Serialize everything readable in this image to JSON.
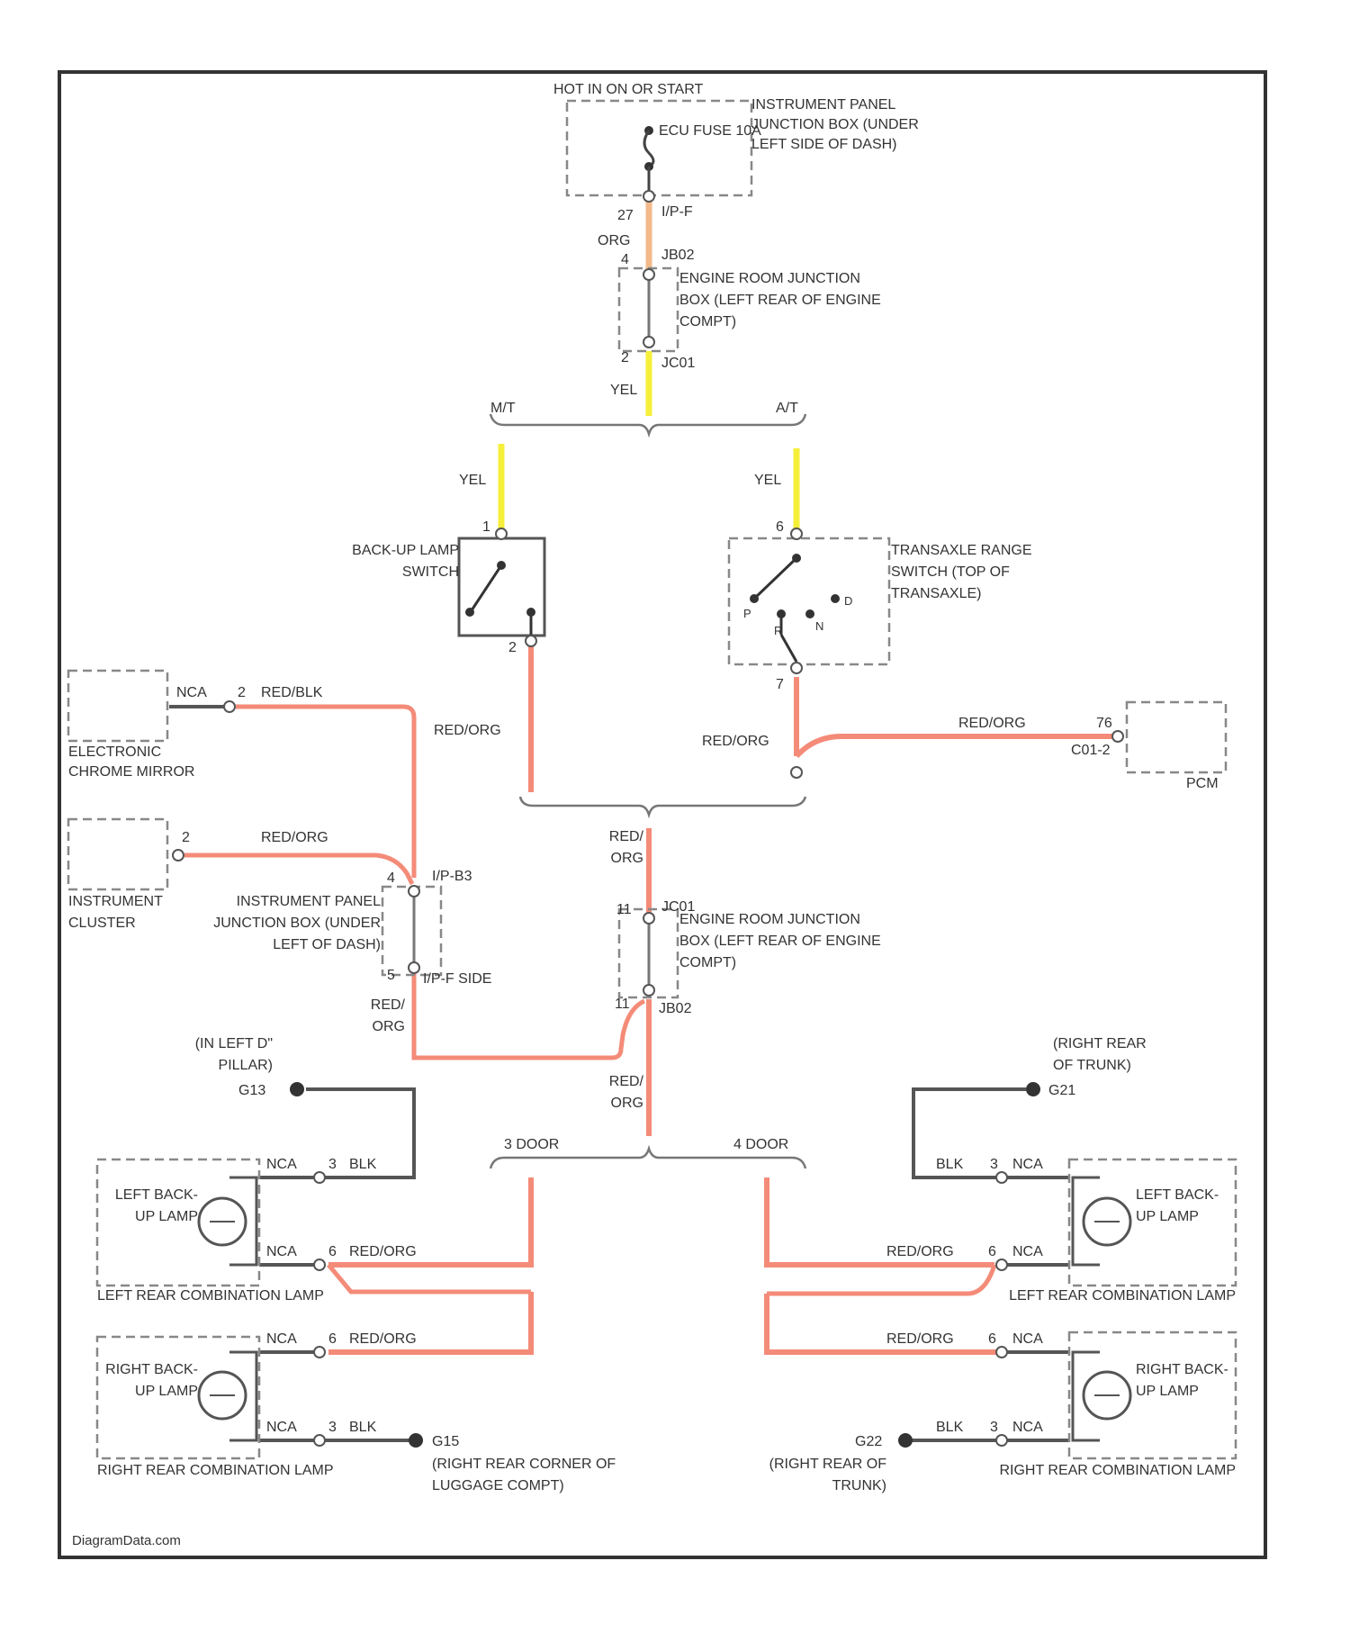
{
  "colors": {
    "border": "#333333",
    "wire_red_orange": "#f48b78",
    "wire_yellow": "#f5ef3a",
    "wire_orange": "#f3b98a",
    "wire_black": "#555555",
    "text": "#333333"
  },
  "power": {
    "label": "HOT IN ON OR START",
    "fuse_label": "ECU FUSE 10A",
    "junction_label": "INSTRUMENT PANEL JUNCTION BOX (UNDER LEFT SIDE OF DASH)",
    "pin1": "27",
    "conn1": "I/P-F",
    "wire1_color": "ORG",
    "pin2": "4",
    "conn2": "JB02"
  },
  "engine_junction_top": {
    "label": "ENGINE ROOM JUNCTION BOX (LEFT REAR OF ENGINE COMPT)",
    "pin": "2",
    "conn": "JC01",
    "wire_color": "YEL"
  },
  "transmission_split": {
    "left": "M/T",
    "right": "A/T"
  },
  "mt_branch": {
    "wire_color": "YEL",
    "pin_in": "1",
    "switch_label": "BACK-UP LAMP SWITCH",
    "pin_out": "2",
    "out_wire": "RED/ORG"
  },
  "at_branch": {
    "wire_color": "YEL",
    "pin_in": "6",
    "switch_label": "TRANSAXLE RANGE SWITCH (TOP OF TRANSAXLE)",
    "positions": [
      "P",
      "R",
      "N",
      "D"
    ],
    "pin_out": "7",
    "out_wire": "RED/ORG",
    "pcm_wire": "RED/ORG",
    "pcm_pin": "76",
    "pcm_conn": "C01-2",
    "pcm_label": "PCM"
  },
  "ecm_mirror": {
    "label": "ELECTRONIC CHROME MIRROR",
    "tag": "NCA",
    "pin": "2",
    "wire": "RED/BLK"
  },
  "instrument_cluster": {
    "label": "INSTRUMENT CLUSTER",
    "pin": "2",
    "wire": "RED/ORG"
  },
  "ip_junction_mid": {
    "label": "INSTRUMENT PANEL JUNCTION BOX (UNDER LEFT OF DASH)",
    "pin_top": "4",
    "conn_top": "I/P-B3",
    "pin_bottom": "5",
    "conn_bottom": "I/P-F SIDE",
    "wire": "RED/ ORG"
  },
  "engine_junction_mid": {
    "label": "ENGINE ROOM JUNCTION BOX (LEFT REAR OF ENGINE COMPT)",
    "wire_in": "RED/ ORG",
    "pin_top": "11",
    "conn_top": "JC01",
    "pin_bottom": "11",
    "conn_bottom": "JB02",
    "wire_out": "RED/ ORG"
  },
  "door_split": {
    "left": "3 DOOR",
    "right": "4 DOOR"
  },
  "grounds": {
    "g13_label": "(IN LEFT D\" PILLAR)",
    "g13": "G13",
    "g21_label": "(RIGHT REAR OF TRUNK)",
    "g21": "G21",
    "g15": "G15",
    "g15_label": "(RIGHT REAR CORNER OF LUGGAGE COMPT)",
    "g22": "G22",
    "g22_label": "(RIGHT REAR OF TRUNK)"
  },
  "lamps": {
    "left_3door": {
      "lamp_label": "LEFT BACK-UP LAMP",
      "assembly_label": "LEFT REAR COMBINATION LAMP",
      "gnd_tag": "NCA",
      "gnd_pin": "3",
      "gnd_wire": "BLK",
      "pwr_tag": "NCA",
      "pwr_pin": "6",
      "pwr_wire": "RED/ORG"
    },
    "right_3door": {
      "lamp_label": "RIGHT BACK-UP LAMP",
      "assembly_label": "RIGHT REAR COMBINATION LAMP",
      "pwr_tag": "NCA",
      "pwr_pin": "6",
      "pwr_wire": "RED/ORG",
      "gnd_tag": "NCA",
      "gnd_pin": "3",
      "gnd_wire": "BLK"
    },
    "left_4door": {
      "lamp_label": "LEFT BACK-UP LAMP",
      "assembly_label": "LEFT REAR COMBINATION LAMP",
      "gnd_tag": "NCA",
      "gnd_pin": "3",
      "gnd_wire": "BLK",
      "pwr_tag": "NCA",
      "pwr_pin": "6",
      "pwr_wire": "RED/ORG"
    },
    "right_4door": {
      "lamp_label": "RIGHT BACK-UP LAMP",
      "assembly_label": "RIGHT REAR COMBINATION LAMP",
      "pwr_tag": "NCA",
      "pwr_pin": "6",
      "pwr_wire": "RED/ORG",
      "gnd_tag": "NCA",
      "gnd_pin": "3",
      "gnd_wire": "BLK"
    }
  },
  "watermark": "DiagramData.com"
}
